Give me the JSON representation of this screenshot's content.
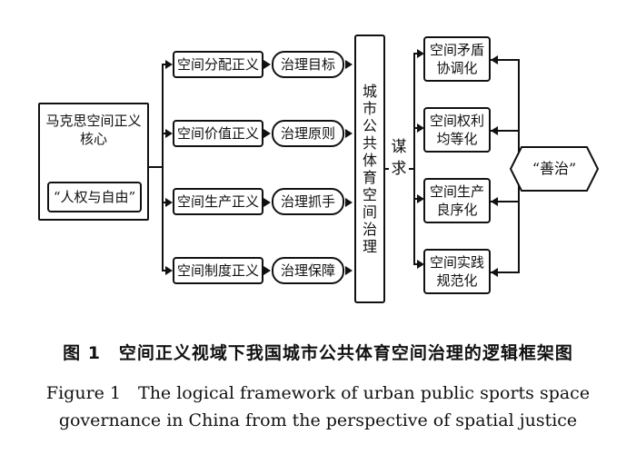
{
  "core": {
    "title_line1": "马克思空间正义",
    "title_line2": "核心",
    "inner": "“人权与自由”"
  },
  "justice": [
    "空间分配正义",
    "空间价值正义",
    "空间生产正义",
    "空间制度正义"
  ],
  "governance": [
    "治理目标",
    "治理原则",
    "治理抓手",
    "治理保障"
  ],
  "central": [
    "城",
    "市",
    "公",
    "共",
    "体",
    "育",
    "空",
    "间",
    "治",
    "理"
  ],
  "seek": [
    "谋",
    "求"
  ],
  "outcomes": [
    {
      "l1": "空间矛盾",
      "l2": "协调化"
    },
    {
      "l1": "空间权利",
      "l2": "均等化"
    },
    {
      "l1": "空间生产",
      "l2": "良序化"
    },
    {
      "l1": "空间实践",
      "l2": "规范化"
    }
  ],
  "goal": "“善治”",
  "caption": {
    "cn": "图 1　空间正义视域下我国城市公共体育空间治理的逻辑框架图",
    "en_line1": "Figure 1　The logical framework of urban public sports space",
    "en_line2": "governance in China from the perspective of spatial justice"
  }
}
